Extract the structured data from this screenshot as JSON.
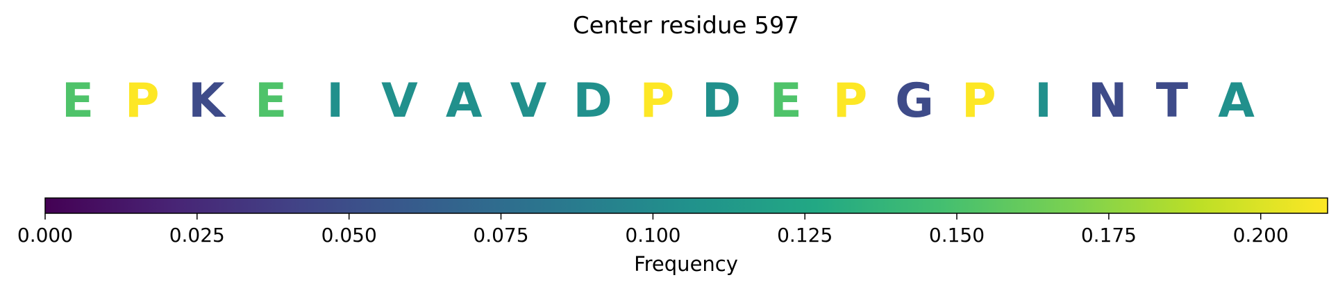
{
  "chart_data": {
    "type": "heatmap",
    "title": "Center residue 597",
    "residues": [
      {
        "letter": "E",
        "frequency": 0.152
      },
      {
        "letter": "P",
        "frequency": 0.211
      },
      {
        "letter": "K",
        "frequency": 0.048
      },
      {
        "letter": "E",
        "frequency": 0.152
      },
      {
        "letter": "I",
        "frequency": 0.105
      },
      {
        "letter": "V",
        "frequency": 0.105
      },
      {
        "letter": "A",
        "frequency": 0.105
      },
      {
        "letter": "V",
        "frequency": 0.105
      },
      {
        "letter": "D",
        "frequency": 0.105
      },
      {
        "letter": "P",
        "frequency": 0.211
      },
      {
        "letter": "D",
        "frequency": 0.105
      },
      {
        "letter": "E",
        "frequency": 0.152
      },
      {
        "letter": "P",
        "frequency": 0.211
      },
      {
        "letter": "G",
        "frequency": 0.048
      },
      {
        "letter": "P",
        "frequency": 0.211
      },
      {
        "letter": "I",
        "frequency": 0.105
      },
      {
        "letter": "N",
        "frequency": 0.048
      },
      {
        "letter": "T",
        "frequency": 0.048
      },
      {
        "letter": "A",
        "frequency": 0.105
      }
    ],
    "colorbar": {
      "label": "Frequency",
      "range": [
        0,
        0.211
      ],
      "colormap": "viridis",
      "ticks": [
        0.0,
        0.025,
        0.05,
        0.075,
        0.1,
        0.125,
        0.15,
        0.175,
        0.2
      ],
      "tick_labels": [
        "0.000",
        "0.025",
        "0.050",
        "0.075",
        "0.100",
        "0.125",
        "0.150",
        "0.175",
        "0.200"
      ]
    }
  }
}
